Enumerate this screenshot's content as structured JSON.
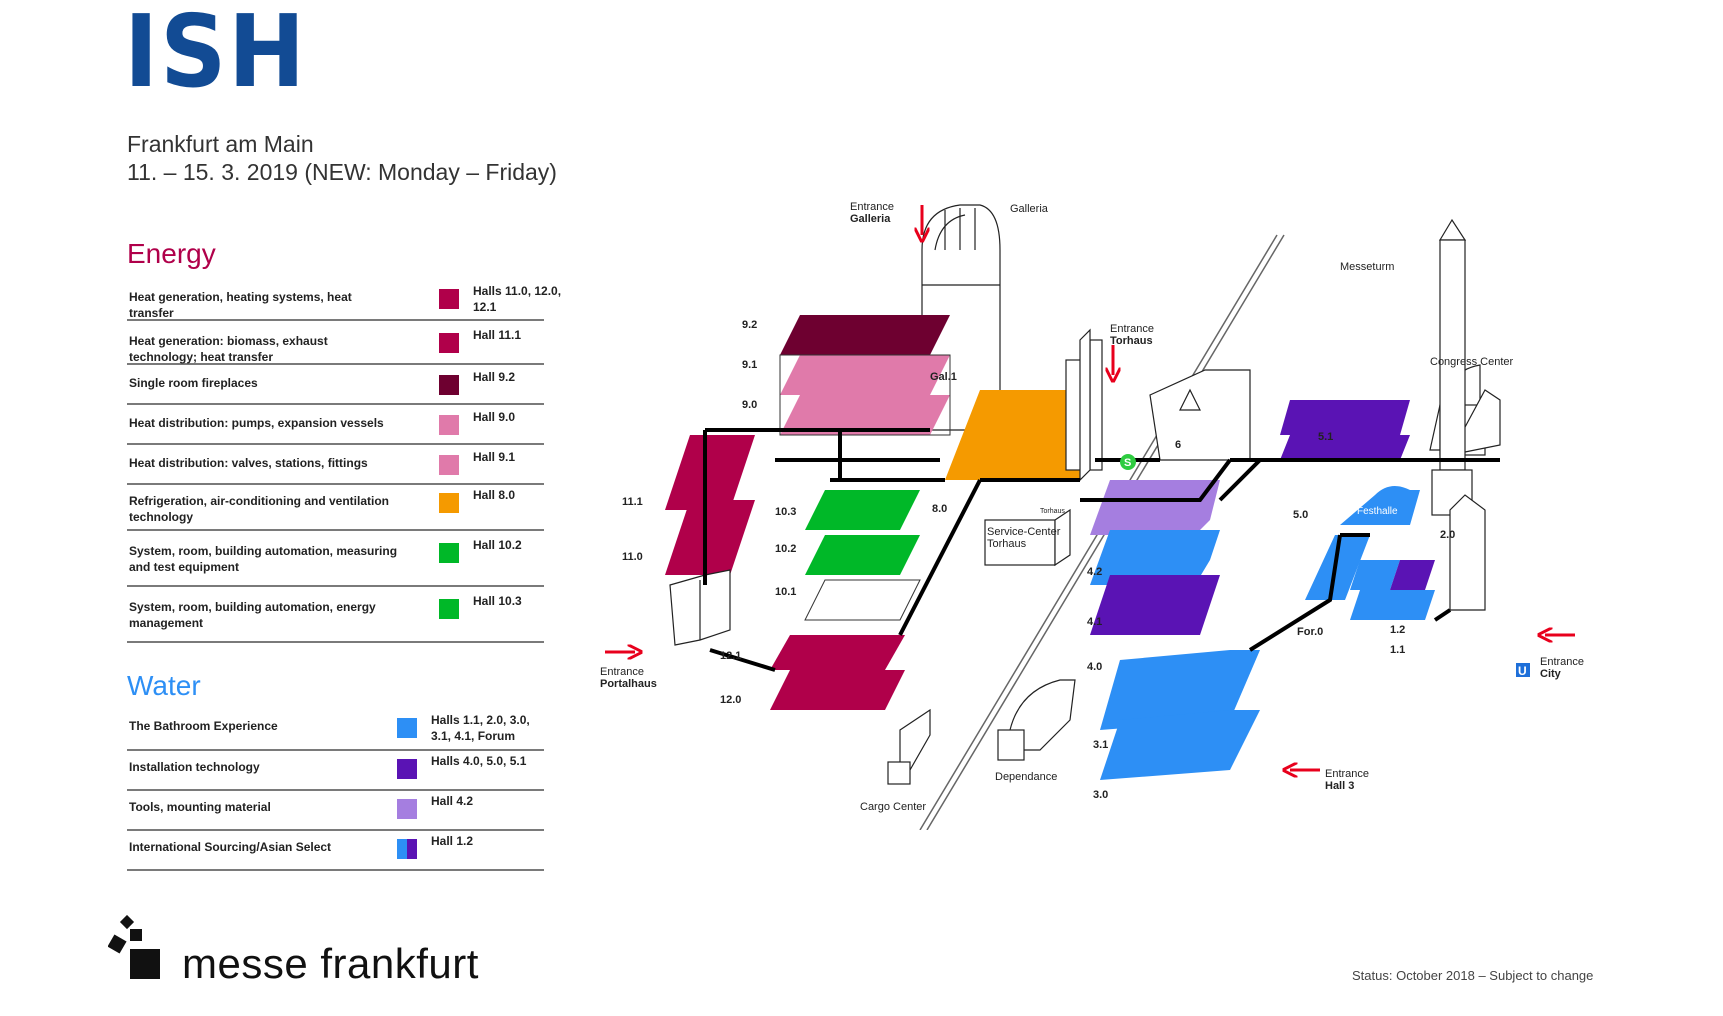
{
  "header": {
    "title": "ISH",
    "location": "Frankfurt am Main",
    "dates": "11. – 15. 3. 2019 (NEW: Monday – Friday)"
  },
  "energy": {
    "title": "Energy",
    "items": [
      {
        "desc": "Heat generation, heating systems, heat transfer",
        "halls": "Halls 11.0, 12.0, 12.1",
        "color": "#b0004a"
      },
      {
        "desc": "Heat generation: biomass, exhaust technology; heat transfer",
        "halls": "Hall 11.1",
        "color": "#b0004a"
      },
      {
        "desc": "Single room fireplaces",
        "halls": "Hall 9.2",
        "color": "#6e0030"
      },
      {
        "desc": "Heat distribution: pumps, expansion vessels",
        "halls": "Hall 9.0",
        "color": "#e07aaa"
      },
      {
        "desc": "Heat distribution: valves, stations, fittings",
        "halls": "Hall 9.1",
        "color": "#e07aaa"
      },
      {
        "desc": "Refrigeration, air-conditioning and ventilation technology",
        "halls": "Hall 8.0",
        "color": "#f59a00"
      },
      {
        "desc": "System, room, building automation, measuring and test equipment",
        "halls": "Hall 10.2",
        "color": "#00b828"
      },
      {
        "desc": "System, room, building automation, energy management",
        "halls": "Hall 10.3",
        "color": "#00b828"
      }
    ]
  },
  "water": {
    "title": "Water",
    "items": [
      {
        "desc": "The Bathroom Experience",
        "halls": "Halls 1.1, 2.0, 3.0, 3.1, 4.1, Forum",
        "color": "#2d8ff5"
      },
      {
        "desc": "Installation technology",
        "halls": "Halls 4.0, 5.0, 5.1",
        "color": "#5a13b4"
      },
      {
        "desc": "Tools, mounting material",
        "halls": "Hall 4.2",
        "color": "#a57ee0"
      },
      {
        "desc": "International Sourcing/Asian Select",
        "halls": "Hall 1.2",
        "color": "#2d8ff5",
        "color2": "#5a13b4"
      }
    ]
  },
  "map": {
    "labels": {
      "entrance_galleria": [
        "Entrance",
        "Galleria"
      ],
      "galleria": "Galleria",
      "entrance_torhaus": [
        "Entrance",
        "Torhaus"
      ],
      "messeturm": "Messeturm",
      "congress_center": "Congress Center",
      "service_center": [
        "Service-Center",
        "Torhaus"
      ],
      "torhaus": "Torhaus",
      "festhalle": "Festhalle",
      "entrance_city": [
        "Entrance",
        "City"
      ],
      "entrance_portalhaus": [
        "Entrance",
        "Portalhaus"
      ],
      "cargo_center": "Cargo Center",
      "dependance": "Dependance",
      "entrance_hall3": [
        "Entrance",
        "Hall 3"
      ]
    },
    "halls": {
      "h9_2": "9.2",
      "h9_1": "9.1",
      "h9_0": "9.0",
      "gal1": "Gal.1",
      "h8_0": "8.0",
      "h11_1": "11.1",
      "h11_0": "11.0",
      "h10_3": "10.3",
      "h10_2": "10.2",
      "h10_1": "10.1",
      "h12_1": "12.1",
      "h12_0": "12.0",
      "h5_1": "5.1",
      "h5_0": "5.0",
      "h4_2": "4.2",
      "h4_1": "4.1",
      "h4_0": "4.0",
      "h3_1": "3.1",
      "h3_0": "3.0",
      "h2_0": "2.0",
      "for0": "For.0",
      "h1_2": "1.2",
      "h1_1": "1.1",
      "h6": "6",
      "s_bahn": "S",
      "u_bahn": "U"
    },
    "colors": {
      "energy_red": "#b0004a",
      "dark_red": "#6e0030",
      "pink": "#e07aaa",
      "orange": "#f59a00",
      "green": "#00b828",
      "blue": "#2d8ff5",
      "purple": "#5a13b4",
      "lilac": "#a57ee0",
      "arrow_red": "#e8001c",
      "s_green": "#2ecc40",
      "u_blue": "#1e6fd9"
    }
  },
  "footer": {
    "brand": "messe frankfurt",
    "status": "Status: October 2018 – Subject to change"
  }
}
